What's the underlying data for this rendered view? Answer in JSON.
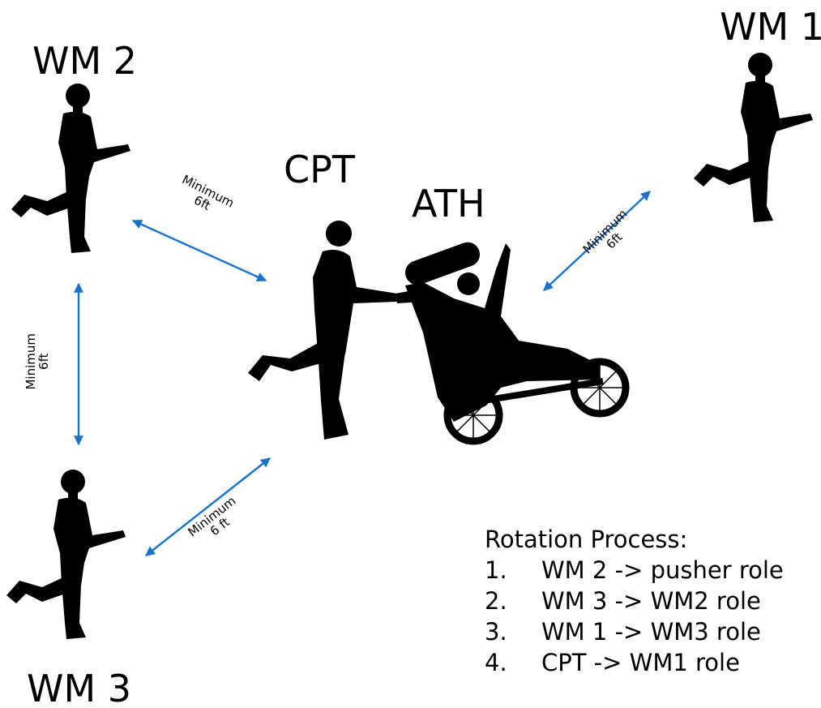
{
  "colors": {
    "arrow": "#1a73c8",
    "silhouette": "#000000"
  },
  "labels": {
    "wm1": "WM 1",
    "wm2": "WM 2",
    "wm3": "WM 3",
    "cpt": "CPT",
    "ath": "ATH"
  },
  "distances": {
    "wm2_cpt": {
      "line1": "Minimum",
      "line2": "6ft"
    },
    "wm1_ath": {
      "line1": "Minimum",
      "line2": "6ft"
    },
    "wm2_wm3": {
      "line1": "Minimum",
      "line2": "6ft"
    },
    "wm3_cpt": {
      "line1": "Minimum",
      "line2": "6 ft"
    }
  },
  "process": {
    "title": "Rotation Process:",
    "steps": [
      {
        "num": "1.",
        "text": "WM 2 -> pusher role"
      },
      {
        "num": "2.",
        "text": "WM 3 -> WM2 role"
      },
      {
        "num": "3.",
        "text": "WM 1 -> WM3 role"
      },
      {
        "num": "4.",
        "text": "CPT -> WM1 role"
      }
    ]
  }
}
